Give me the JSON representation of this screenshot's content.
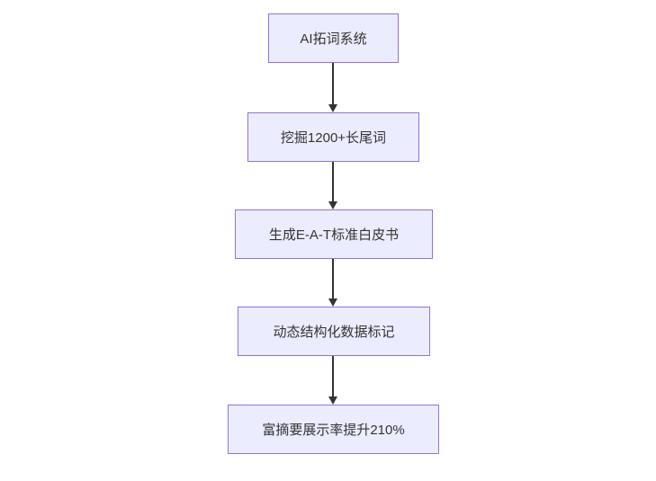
{
  "diagram": {
    "type": "flowchart",
    "direction": "top-down",
    "nodes": [
      {
        "id": "n1",
        "label": "AI拓词系统"
      },
      {
        "id": "n2",
        "label": "挖掘1200+长尾词"
      },
      {
        "id": "n3",
        "label": "生成E-A-T标准白皮书"
      },
      {
        "id": "n4",
        "label": "动态结构化数据标记"
      },
      {
        "id": "n5",
        "label": "富摘要展示率提升210%"
      }
    ],
    "edges": [
      {
        "from": "n1",
        "to": "n2"
      },
      {
        "from": "n2",
        "to": "n3"
      },
      {
        "from": "n3",
        "to": "n4"
      },
      {
        "from": "n4",
        "to": "n5"
      }
    ],
    "colors": {
      "node_fill": "#ECECFF",
      "node_border": "#9370DB",
      "arrow": "#333333",
      "text": "#333333",
      "background": "#ffffff"
    }
  }
}
